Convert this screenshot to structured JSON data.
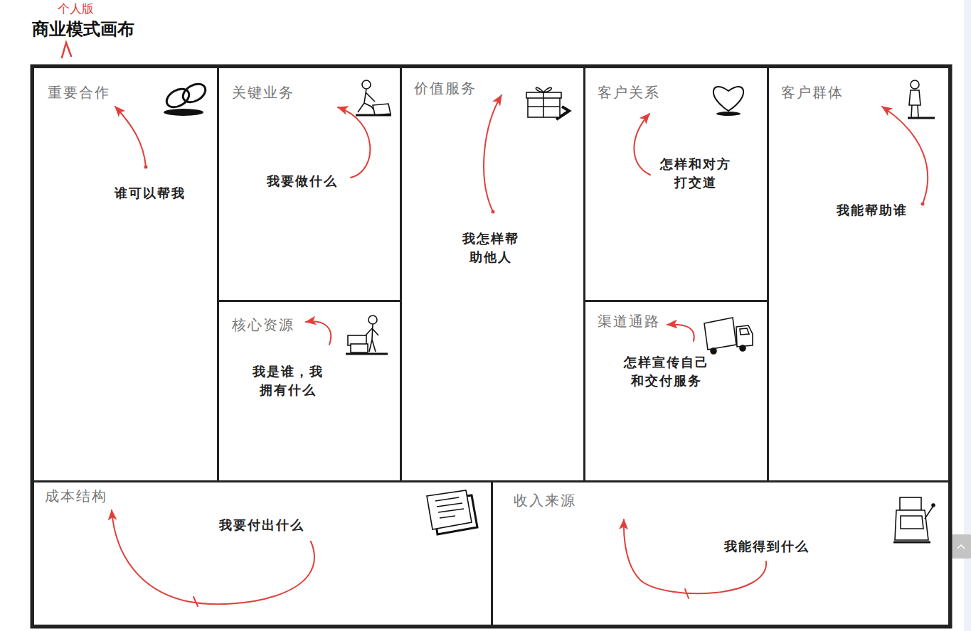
{
  "diagram": {
    "title": "商业模式画布",
    "nodes": [
      {
        "text": [
          "重要合作",
          "谁可以帮我"
        ]
      },
      {
        "text": [
          "关键业务",
          "我要做什么"
        ]
      },
      {
        "text": [
          "核心资源",
          "我是谁，我 拥有什么"
        ]
      },
      {
        "text": [
          "价值服务",
          "我怎样帮 助他人"
        ]
      },
      {
        "text": [
          "客户关系",
          "怎样和对方 打交道"
        ]
      },
      {
        "text": [
          "渠道通路",
          "怎样宣传自己 和交付服务"
        ]
      },
      {
        "text": [
          "客户群体",
          "我能帮助谁"
        ]
      },
      {
        "text": [
          "成本结构",
          "我要付出什么"
        ]
      },
      {
        "text": [
          "收入来源",
          "我能得到什么"
        ]
      }
    ],
    "labels": [
      "个人版"
    ]
  }
}
